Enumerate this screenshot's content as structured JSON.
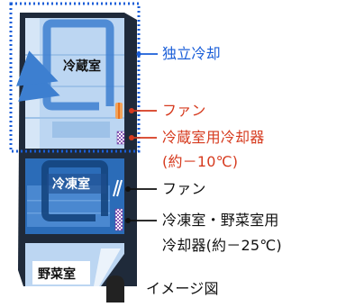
{
  "compartments": {
    "fridge_label": "冷蔵室",
    "freezer_label": "冷凍室",
    "vegetable_label": "野菜室"
  },
  "annotations": {
    "independent_cooling": "独立冷却",
    "fridge_fan": "ファン",
    "fridge_cooler_line1": "冷蔵室用冷却器",
    "fridge_cooler_line2": "(約－10℃)",
    "freezer_fan": "ファン",
    "freezer_cooler_line1": "冷凍室・野菜室用",
    "freezer_cooler_line2": "冷却器(約－25℃)",
    "image_note": "イメージ図"
  },
  "colors": {
    "accent_blue": "#1a5ed8",
    "accent_red": "#d63a1e",
    "fridge_fill": "#bcd6f2",
    "freezer_fill": "#2b6cb8",
    "frame": "#1f2a3a",
    "airflow": "#3d7fd0",
    "cooler": "#8a5ab8",
    "fan_orange": "#e8731e"
  }
}
